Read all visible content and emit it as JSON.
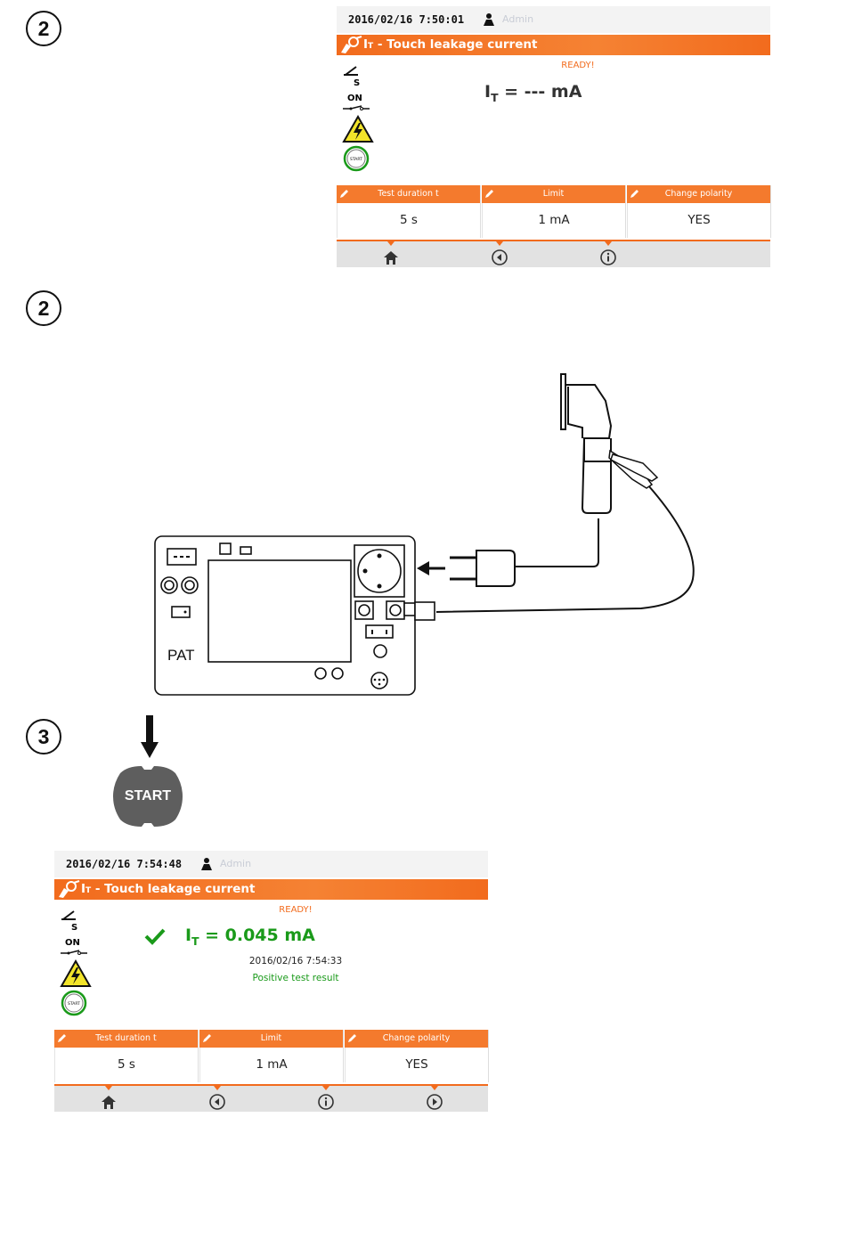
{
  "steps": [
    "2",
    "2",
    "3"
  ],
  "screens": [
    {
      "datetime": "2016/02/16 7:50:01",
      "user": "Admin",
      "title_prefix": "I",
      "title_sub": "T",
      "title_rest": " - Touch leakage current",
      "status": "READY!",
      "result_symbol": "I",
      "result_subscript": "T",
      "result_value": " = --- mA",
      "result_color": "#333333",
      "params": [
        {
          "label": "Test duration t",
          "value": "5 s"
        },
        {
          "label": "Limit",
          "value": "1 mA"
        },
        {
          "label": "Change polarity",
          "value": "YES"
        }
      ],
      "side_icons": {
        "probe_label": "S",
        "switch_label": "ON",
        "start_label": "START"
      }
    },
    {
      "datetime": "2016/02/16 7:54:48",
      "user": "Admin",
      "title_prefix": "I",
      "title_sub": "T",
      "title_rest": " - Touch leakage current",
      "status": "READY!",
      "result_symbol": "I",
      "result_subscript": "T",
      "result_value": " = 0.045 mA",
      "result_color": "#1a9a1a",
      "measured_at": "2016/02/16 7:54:33",
      "verdict": "Positive test result",
      "params": [
        {
          "label": "Test duration t",
          "value": "5 s"
        },
        {
          "label": "Limit",
          "value": "1 mA"
        },
        {
          "label": "Change polarity",
          "value": "YES"
        }
      ],
      "side_icons": {
        "probe_label": "S",
        "switch_label": "ON",
        "start_label": "START"
      }
    }
  ],
  "nav_icons": [
    "home-icon",
    "back-icon",
    "info-icon",
    "next-icon"
  ],
  "diagram": {
    "device_label": "PAT"
  },
  "start_button": {
    "label": "START"
  },
  "colors": {
    "accent": "#f26b1d",
    "ok": "#1a9a1a"
  }
}
